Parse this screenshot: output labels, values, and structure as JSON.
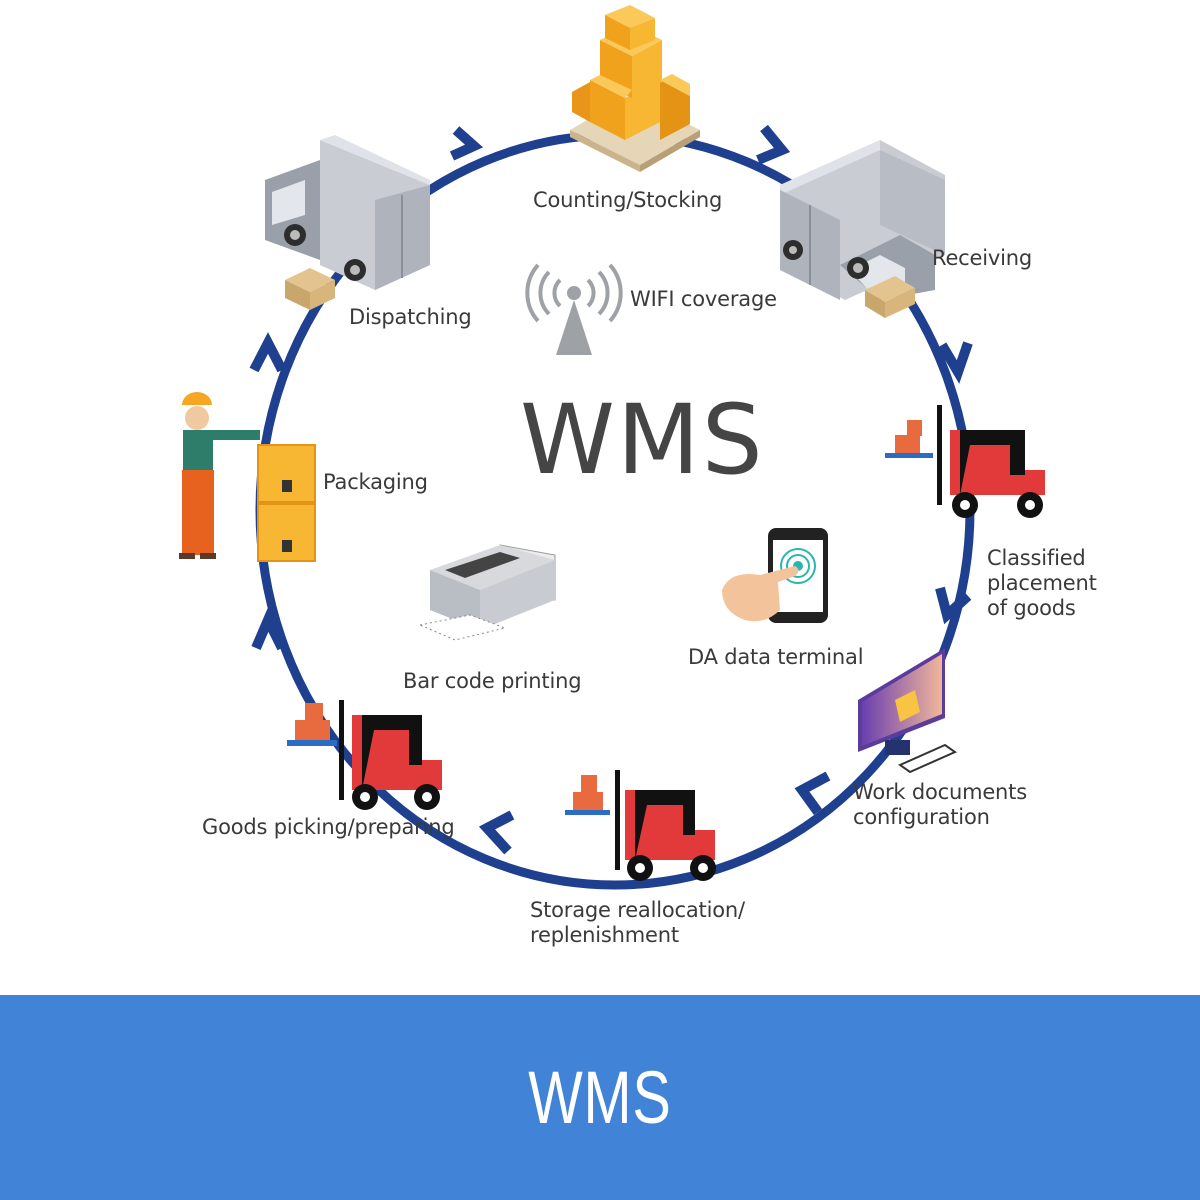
{
  "diagram": {
    "center_title": "WMS",
    "cycle_color": "#1f3f8f",
    "steps": [
      {
        "id": "counting",
        "label_lines": [
          "Counting/Stocking"
        ],
        "icon": "stacked-boxes-pallet-icon"
      },
      {
        "id": "receiving",
        "label_lines": [
          "Receiving"
        ],
        "icon": "delivery-truck-icon"
      },
      {
        "id": "classified",
        "label_lines": [
          "Classified",
          "placement",
          "of goods"
        ],
        "icon": "forklift-icon"
      },
      {
        "id": "work-docs",
        "label_lines": [
          "Work documents",
          "configuration"
        ],
        "icon": "computer-monitor-icon"
      },
      {
        "id": "storage",
        "label_lines": [
          "Storage reallocation/",
          "replenishment"
        ],
        "icon": "forklift-icon"
      },
      {
        "id": "picking",
        "label_lines": [
          "Goods picking/preparing"
        ],
        "icon": "forklift-icon"
      },
      {
        "id": "packaging",
        "label_lines": [
          "Packaging"
        ],
        "icon": "worker-with-boxes-icon"
      },
      {
        "id": "dispatching",
        "label_lines": [
          "Dispatching"
        ],
        "icon": "delivery-truck-icon"
      }
    ],
    "inner_features": [
      {
        "id": "wifi",
        "label": "WIFI coverage",
        "icon": "wifi-antenna-icon"
      },
      {
        "id": "barcode",
        "label": "Bar code printing",
        "icon": "printer-icon"
      },
      {
        "id": "terminal",
        "label": "DA data terminal",
        "icon": "smartphone-touch-icon"
      }
    ]
  },
  "footer": {
    "title": "WMS",
    "background": "#4183d7"
  }
}
